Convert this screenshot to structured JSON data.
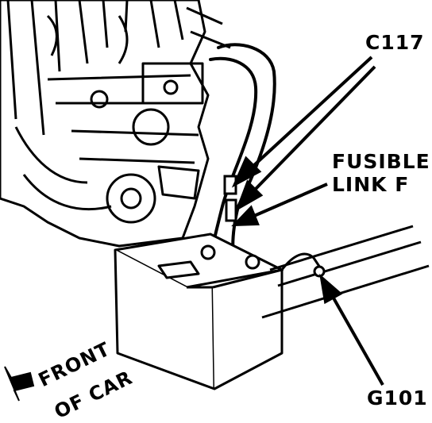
{
  "labels": {
    "connector": "C117",
    "fusible_link_line1": "FUSIBLE",
    "fusible_link_line2": "LINK F",
    "ground": "G101",
    "orientation_line1": "FRONT",
    "orientation_line2": "OF CAR"
  },
  "colors": {
    "ink": "#000000",
    "paper": "#ffffff"
  }
}
